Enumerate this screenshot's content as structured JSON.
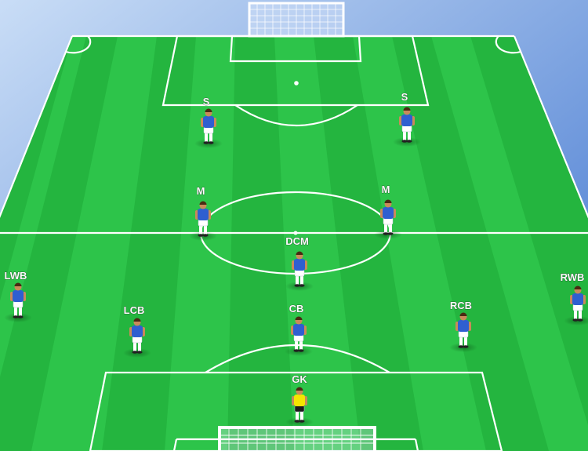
{
  "colors": {
    "sky_top": "#a9c9f0",
    "sky_bottom": "#4a7fd4",
    "grass_light": "#2fc245",
    "grass_dark": "#1fa83a",
    "lines": "#ffffff",
    "outfield_shirt": "#2f5fd0",
    "outfield_shorts": "#ffffff",
    "goalkeeper_shirt": "#f4e600",
    "goalkeeper_shorts": "#1a1a1a",
    "skin": "#c98a5a"
  },
  "players": [
    {
      "label": "S",
      "role": "outfield"
    },
    {
      "label": "S",
      "role": "outfield"
    },
    {
      "label": "M",
      "role": "outfield"
    },
    {
      "label": "M",
      "role": "outfield"
    },
    {
      "label": "DCM",
      "role": "outfield"
    },
    {
      "label": "LWB",
      "role": "outfield"
    },
    {
      "label": "RWB",
      "role": "outfield"
    },
    {
      "label": "LCB",
      "role": "outfield"
    },
    {
      "label": "CB",
      "role": "outfield"
    },
    {
      "label": "RCB",
      "role": "outfield"
    },
    {
      "label": "GK",
      "role": "goalkeeper"
    }
  ]
}
